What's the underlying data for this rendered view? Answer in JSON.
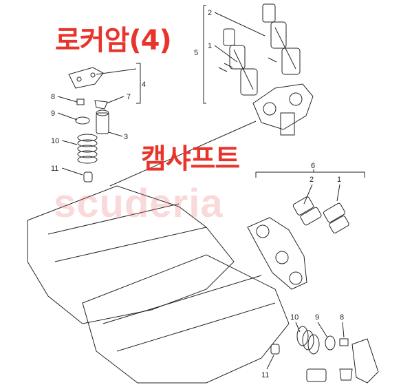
{
  "titles": {
    "rocker_arm": "로커암(4)",
    "camshaft": "캠샤프트"
  },
  "watermark": "scuderia",
  "callouts": {
    "top_group": [
      "2",
      "1",
      "5"
    ],
    "rocker_group": [
      "4",
      "8",
      "7",
      "9",
      "3",
      "10",
      "11"
    ],
    "cam_group": [
      "6",
      "2",
      "1"
    ],
    "bottom_group": [
      "10",
      "9",
      "8",
      "11"
    ]
  },
  "colors": {
    "label_red": "#e8342b",
    "line": "#222222"
  }
}
